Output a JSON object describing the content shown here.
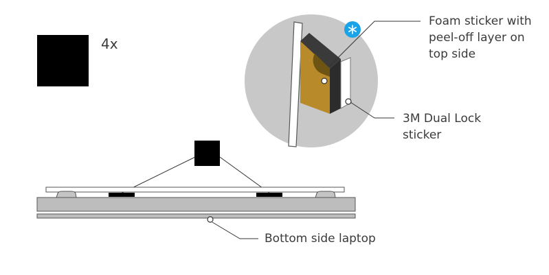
{
  "quantity_label": "4x",
  "labels": {
    "foam_sticker": "Foam sticker with\npeel-off layer on\ntop side",
    "dual_lock": "3M Dual Lock\nsticker",
    "bottom_side": "Bottom side laptop"
  },
  "icons": {
    "snowflake_badge": "snowflake-icon"
  },
  "colors": {
    "sticker_black": "#000000",
    "foam_gold": "#b88a2a",
    "circle_gray": "#c8c8c8",
    "laptop_gray": "#bdbdbd",
    "badge_blue": "#1aa3e8",
    "line": "#333333"
  }
}
